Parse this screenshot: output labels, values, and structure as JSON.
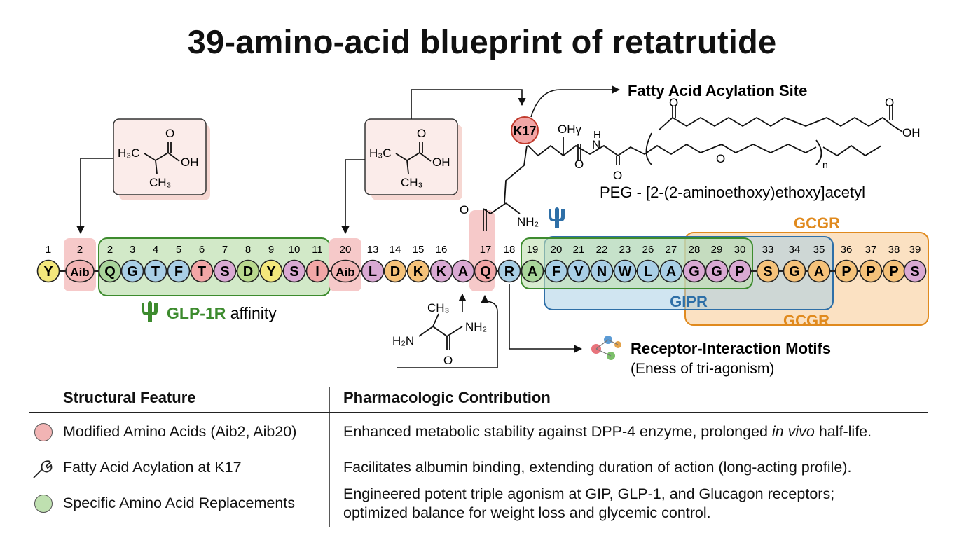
{
  "title": "39-amino-acid blueprint of retatrutide",
  "sequence": [
    {
      "num": "1",
      "aa": "Y",
      "color": "#f3e77c"
    },
    {
      "num": "2",
      "aa": "Aib",
      "color": "#f2b4b4"
    },
    {
      "num": "2",
      "aa": "Q",
      "color": "#a9d59b"
    },
    {
      "num": "3",
      "aa": "G",
      "color": "#a9cfe6"
    },
    {
      "num": "4",
      "aa": "T",
      "color": "#a9cfe6"
    },
    {
      "num": "5",
      "aa": "F",
      "color": "#a9cfe6"
    },
    {
      "num": "6",
      "aa": "T",
      "color": "#f2a6a6"
    },
    {
      "num": "7",
      "aa": "S",
      "color": "#d9a9d3"
    },
    {
      "num": "8",
      "aa": "D",
      "color": "#b9d98e"
    },
    {
      "num": "9",
      "aa": "Y",
      "color": "#f3e77c"
    },
    {
      "num": "10",
      "aa": "S",
      "color": "#d9a9d3"
    },
    {
      "num": "11",
      "aa": "I",
      "color": "#f2a6a6"
    },
    {
      "num": "20",
      "aa": "Aib",
      "color": "#f2b4b4"
    },
    {
      "num": "13",
      "aa": "L",
      "color": "#d9a9d3"
    },
    {
      "num": "14",
      "aa": "D",
      "color": "#f5c27a"
    },
    {
      "num": "15",
      "aa": "K",
      "color": "#f5c27a"
    },
    {
      "num": "16",
      "aa": "K",
      "color": "#d9a9d3"
    },
    {
      "num": "",
      "aa": "A",
      "color": "#d9a9d3"
    },
    {
      "num": "17",
      "aa": "Q",
      "color": "#f2a6a6"
    },
    {
      "num": "18",
      "aa": "R",
      "color": "#a9cfe6"
    },
    {
      "num": "19",
      "aa": "A",
      "color": "#a9d59b"
    },
    {
      "num": "20",
      "aa": "F",
      "color": "#a9cfe6"
    },
    {
      "num": "21",
      "aa": "V",
      "color": "#a9cfe6"
    },
    {
      "num": "22",
      "aa": "N",
      "color": "#a9cfe6"
    },
    {
      "num": "23",
      "aa": "W",
      "color": "#a9cfe6"
    },
    {
      "num": "26",
      "aa": "L",
      "color": "#a9cfe6"
    },
    {
      "num": "27",
      "aa": "A",
      "color": "#a9cfe6"
    },
    {
      "num": "28",
      "aa": "G",
      "color": "#d9a9d3"
    },
    {
      "num": "29",
      "aa": "G",
      "color": "#d9a9d3"
    },
    {
      "num": "30",
      "aa": "P",
      "color": "#d9a9d3"
    },
    {
      "num": "33",
      "aa": "S",
      "color": "#f5c27a"
    },
    {
      "num": "34",
      "aa": "G",
      "color": "#f5c27a"
    },
    {
      "num": "35",
      "aa": "A",
      "color": "#f5c27a"
    },
    {
      "num": "36",
      "aa": "P",
      "color": "#f5c27a"
    },
    {
      "num": "37",
      "aa": "P",
      "color": "#f5c27a"
    },
    {
      "num": "38",
      "aa": "P",
      "color": "#f5c27a"
    },
    {
      "num": "39",
      "aa": "S",
      "color": "#d9a9d3"
    }
  ],
  "labels": {
    "glp1r_name": "GLP-1R",
    "glp1r_suffix": " affinity",
    "gipr": "GIPR",
    "gcgr_top": "GCGR",
    "gcgr_bottom": "GCGR",
    "fatty_acid_site": "Fatty Acid Acylation Site",
    "peg": "PEG - [2-(2-aminoethoxy)ethoxy]acetyl",
    "k17": "K17",
    "motifs_title": "Receptor-Interaction Motifs",
    "motifs_sub": "(Eness of tri-agonism)"
  },
  "chem": {
    "h3c": "H₃C",
    "oh": "OH",
    "o": "O",
    "ch3": "CH₃",
    "nh2": "NH₂",
    "h2n": "H₂N",
    "ohy": "OHγ",
    "nh": "N",
    "h": "H",
    "n_sub": "n"
  },
  "table": {
    "col1": "Structural Feature",
    "col2": "Pharmacologic Contribution",
    "rows": [
      {
        "feature": "Modified Amino Acids (Aib2, Aib20)",
        "contribution_pre": "Enhanced metabolic stability against DPP-4 enzyme, prolonged ",
        "contribution_em": "in vivo",
        "contribution_post": " half-life.",
        "icon": "pink-circle-icon",
        "icon_color": "#f2b4b4"
      },
      {
        "feature": "Fatty Acid Acylation at K17",
        "contribution_line1": "Facilitates albumin binding, extending duration of action (long-acting profile).",
        "icon": "wrench-icon"
      },
      {
        "feature": "Specific Amino Acid Replacements",
        "contribution_line1": "Engineered potent triple agonism at GIP, GLP-1, and Glucagon receptors;",
        "contribution_line2": "optimized balance for weight loss and glycemic control.",
        "icon": "green-circle-icon",
        "icon_color": "#bfe0b0"
      }
    ]
  },
  "colors": {
    "glp1": "#3d8b2e",
    "gipr": "#2e6fa7",
    "gcgr": "#e08a1e",
    "aib_highlight": "#f6c9c9"
  }
}
